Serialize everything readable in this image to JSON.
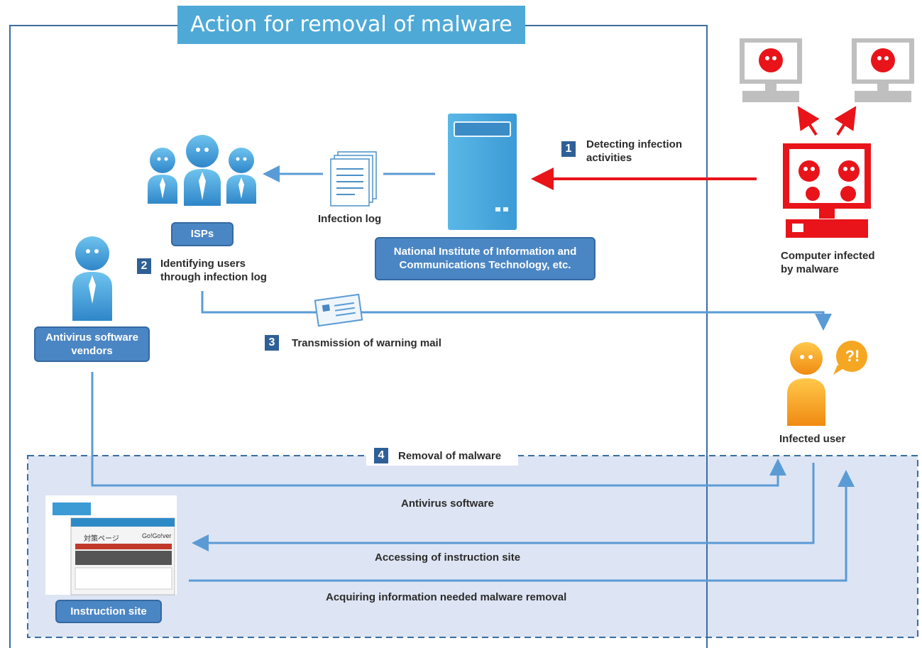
{
  "title": "Action for removal of malware",
  "steps": {
    "step1": {
      "num": "1",
      "line1": "Detecting infection",
      "line2": "activities"
    },
    "step2": {
      "num": "2",
      "line1": "Identifying users",
      "line2": "through infection log"
    },
    "step3": {
      "num": "3",
      "text": "Transmission of warning mail"
    },
    "step4": {
      "num": "4",
      "text": "Removal of malware"
    }
  },
  "nodes": {
    "isps": "ISPs",
    "infection_log": "Infection log",
    "nict_line1": "National Institute of Information and",
    "nict_line2": "Communications Technology, etc.",
    "infected_computer_line1": "Computer infected",
    "infected_computer_line2": "by malware",
    "antivirus_vendors_line1": "Antivirus software",
    "antivirus_vendors_line2": "vendors",
    "infected_user": "Infected user",
    "instruction_site": "Instruction site"
  },
  "flows": {
    "antivirus_software": "Antivirus software",
    "accessing_site": "Accessing of instruction site",
    "acquiring_info": "Acquiring information needed malware removal"
  },
  "site_thumbnail": {
    "page_title": "対策ページ",
    "logo": "Go!Go!ver"
  },
  "user_badge": "?!",
  "colors": {
    "title_bg": "#4ea9d6",
    "flow_blue": "#5b9bd5",
    "alert_red": "#e8141a",
    "label_box": "#4a86c4",
    "removal_zone": "#dde4f3",
    "user_orange": "#f5a623"
  }
}
